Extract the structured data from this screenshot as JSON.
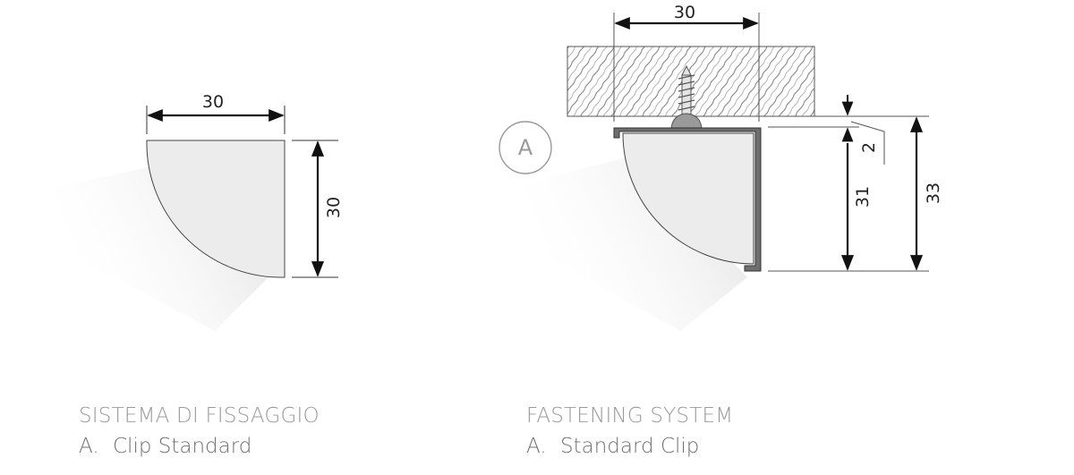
{
  "left_view": {
    "width_dim": "30",
    "height_dim": "30"
  },
  "right_view": {
    "marker": "A",
    "width_dim": "30",
    "gap_dim": "2",
    "profile_dim": "31",
    "total_dim": "33"
  },
  "captions": {
    "italian": {
      "heading": "SISTEMA DI FISSAGGIO",
      "letter": "A.",
      "label": "Clip Standard"
    },
    "english": {
      "heading": "FASTENING SYSTEM",
      "letter": "A.",
      "label": "Standard Clip"
    }
  }
}
